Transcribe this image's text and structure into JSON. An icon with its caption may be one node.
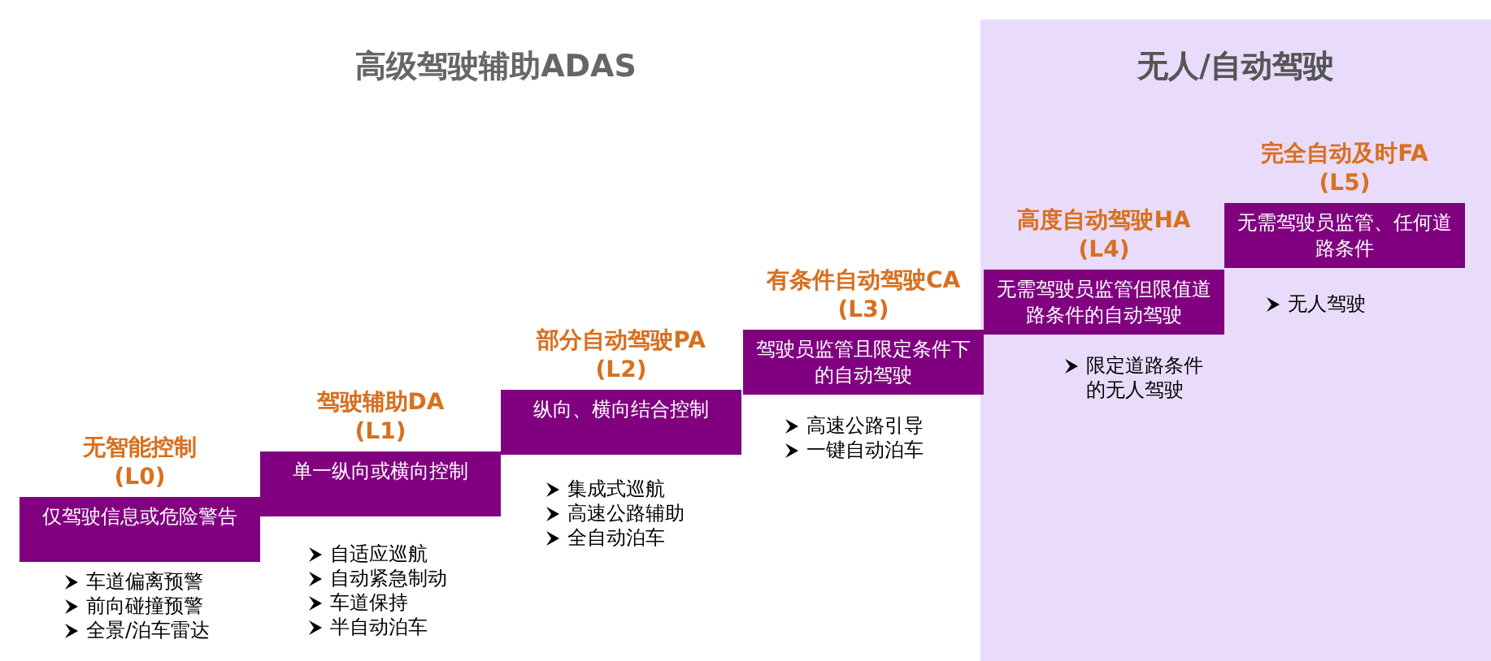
{
  "diagram": {
    "title": "高级驾驶辅助ADAS",
    "nodes": [
      {
        "text": [
          "无人/自动驾驶"
        ]
      },
      {
        "text": [
          "无智能控制 (L0)",
          "仅驾驶信息或危险警告"
        ],
        "beside": [
          "车道偏离预警",
          "前向碰撞预警",
          "全景/泊车雷达"
        ]
      },
      {
        "text": [
          "驾驶辅助DA (L1)",
          "单一纵向或横向控制"
        ],
        "beside": [
          "自适应巡航",
          "自动紧急制动",
          "车道保持",
          "半自动泊车"
        ]
      },
      {
        "text": [
          "部分自动驾驶PA (L2)",
          "纵向、横向结合控制"
        ],
        "beside": [
          "集成式巡航",
          "高速公路辅助",
          "全自动泊车"
        ]
      },
      {
        "text": [
          "有条件自动驾驶CA (L3)",
          "驾驶员监管且限定条件下的自动驾驶"
        ],
        "beside": [
          "高速公路引导",
          "一键自动泊车"
        ]
      },
      {
        "text": [
          "高度自动驾驶HA (L4)",
          "无需驾驶员监管但限值道路条件的自动驾驶"
        ],
        "beside": [
          "限定道路条件的无人驾驶"
        ],
        "in": 0
      },
      {
        "text": [
          "完全自动及时FA (L5)",
          "无需驾驶员监管、任何道路条件"
        ],
        "beside": [
          "无人驾驶"
        ],
        "in": 0
      }
    ],
    "edges": []
  }
}
